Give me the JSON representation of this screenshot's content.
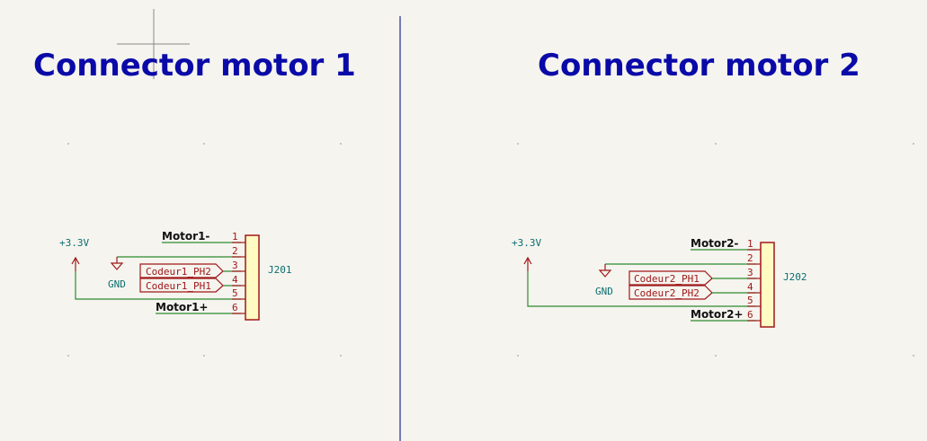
{
  "sheet": {
    "left": {
      "title": "Connector motor 1",
      "power_label": "+3.3V",
      "gnd_label": "GND",
      "ref": "J201",
      "pins": [
        "1",
        "2",
        "3",
        "4",
        "5",
        "6"
      ],
      "nets": {
        "pin1": "Motor1-",
        "pin6": "Motor1+"
      },
      "labels": {
        "pin3": "Codeur1_PH2",
        "pin4": "Codeur1_PH1"
      }
    },
    "right": {
      "title": "Connector motor 2",
      "power_label": "+3.3V",
      "gnd_label": "GND",
      "ref": "J202",
      "pins": [
        "1",
        "2",
        "3",
        "4",
        "5",
        "6"
      ],
      "nets": {
        "pin1": "Motor2-",
        "pin6": "Motor2+"
      },
      "labels": {
        "pin3": "Codeur2_PH1",
        "pin4": "Codeur2_PH2"
      }
    }
  },
  "colors": {
    "background": "#f5f4ef",
    "title": "#0a0aa8",
    "wire": "#2e8b2e",
    "symbol": "#a01818",
    "connector_fill": "#fffbc2",
    "sheet_divider": "#1f2a8c"
  }
}
